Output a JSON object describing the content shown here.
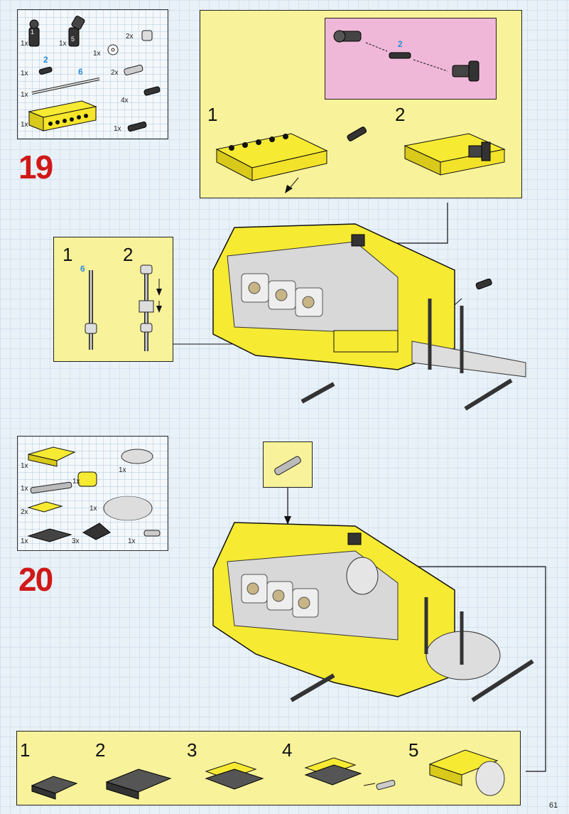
{
  "step19": {
    "number": "19",
    "parts": [
      {
        "qty": "1x",
        "marker": "1"
      },
      {
        "qty": "1x",
        "marker": "5"
      },
      {
        "qty": "1x"
      },
      {
        "qty": "2x"
      },
      {
        "qty": "1x",
        "length": "2"
      },
      {
        "qty": "2x"
      },
      {
        "qty": "1x",
        "length": "6"
      },
      {
        "qty": "4x"
      },
      {
        "qty": "1x"
      },
      {
        "qty": "1x"
      }
    ],
    "sub_a": {
      "label_1": "1",
      "label_2": "2",
      "pink_length": "2"
    },
    "sub_b": {
      "label_1": "1",
      "label_2": "2",
      "axle_length": "6"
    }
  },
  "step20": {
    "number": "20",
    "parts": [
      {
        "qty": "1x"
      },
      {
        "qty": "1x"
      },
      {
        "qty": "1x"
      },
      {
        "qty": "1x"
      },
      {
        "qty": "2x"
      },
      {
        "qty": "1x"
      },
      {
        "qty": "1x"
      },
      {
        "qty": "3x"
      },
      {
        "qty": "1x"
      }
    ],
    "sequence": [
      "1",
      "2",
      "3",
      "4",
      "5"
    ]
  },
  "page_number": "61",
  "colors": {
    "step_number": "#d01818",
    "callout": "#f8f29a",
    "sub_callout": "#f0b8d8",
    "length_label": "#2a8ad8"
  }
}
